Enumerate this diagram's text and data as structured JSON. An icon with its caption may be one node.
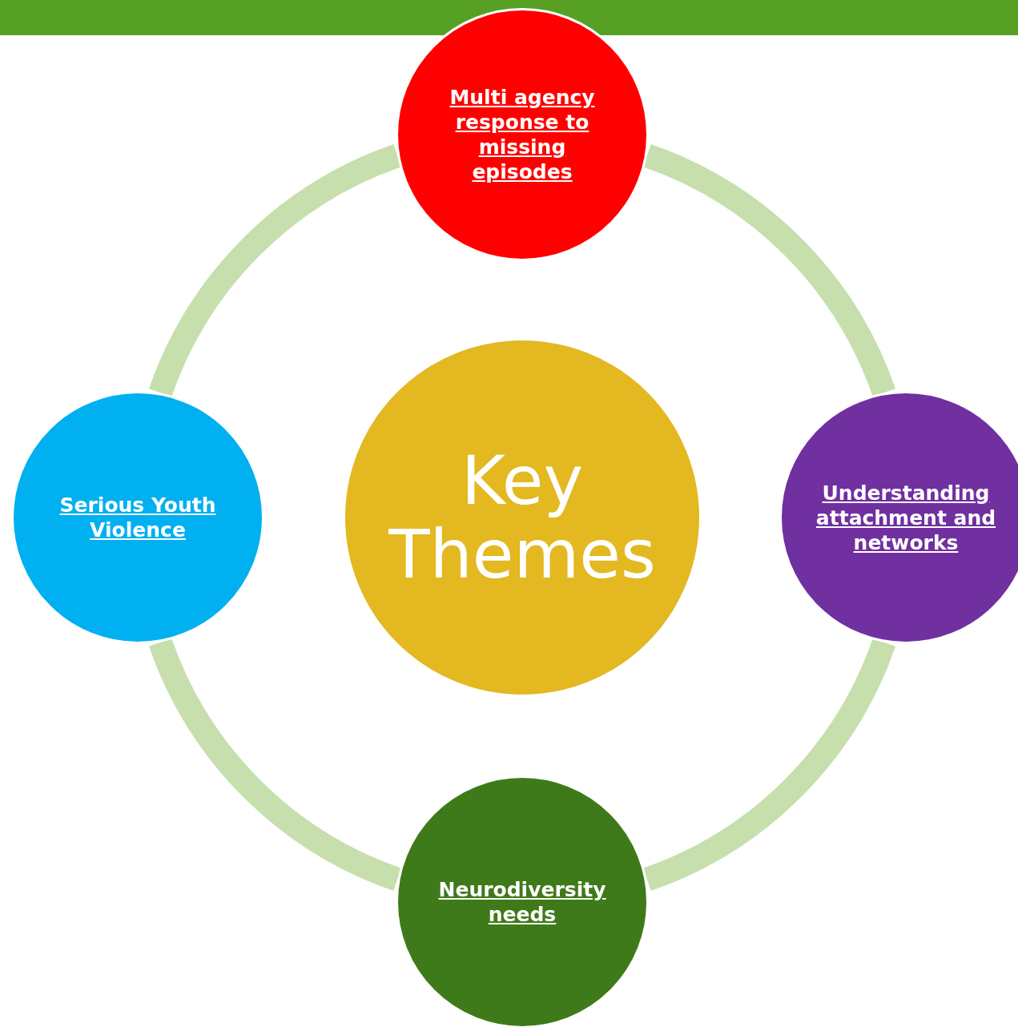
{
  "diagram": {
    "nodes": [
      {
        "text": [
          "Multi agency response to missing episodes"
        ]
      },
      {
        "text": [
          "Serious Youth Violence"
        ]
      },
      {
        "text": [
          "Key Themes"
        ]
      },
      {
        "text": [
          "Understanding attachment and networks"
        ]
      },
      {
        "text": [
          "Neurodiversity needs"
        ]
      }
    ],
    "edges": [
      {
        "from": 0,
        "to": 3,
        "arrow": "none"
      },
      {
        "from": 3,
        "to": 4,
        "arrow": "none"
      },
      {
        "from": 4,
        "to": 1,
        "arrow": "none"
      },
      {
        "from": 1,
        "to": 0,
        "arrow": "none"
      }
    ]
  }
}
